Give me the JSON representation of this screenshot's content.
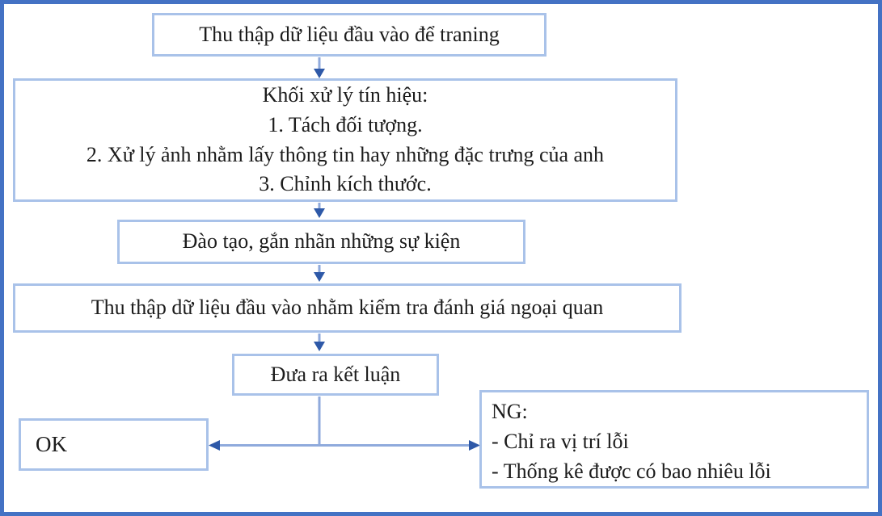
{
  "diagram": {
    "type": "flowchart",
    "nodes": {
      "collect_training": {
        "label": "Thu thập dữ liệu đầu vào để traning"
      },
      "signal_processing": {
        "lines": [
          "Khối xử lý tín hiệu:",
          "1. Tách đối tượng.",
          "2. Xử lý ảnh nhằm lấy thông tin hay những đặc trưng của anh",
          "3. Chỉnh kích thước."
        ]
      },
      "train_label": {
        "label": "Đào tạo, gắn nhãn những sự kiện"
      },
      "collect_inspection": {
        "label": "Thu thập dữ liệu đầu vào nhằm kiểm tra đánh giá ngoại quan"
      },
      "conclusion": {
        "label": "Đưa ra kết luận"
      },
      "result_ok": {
        "label": "OK"
      },
      "result_ng": {
        "lines": [
          "NG:",
          "- Chỉ ra vị trí lỗi",
          "- Thống kê được có bao nhiêu lỗi"
        ]
      }
    },
    "edges": [
      "collect_training -> signal_processing",
      "signal_processing -> train_label",
      "train_label -> collect_inspection",
      "collect_inspection -> conclusion",
      "conclusion -> result_ok",
      "conclusion -> result_ng"
    ],
    "colors": {
      "frame_border": "#4472C4",
      "node_border": "#A9C2E9",
      "connector_line": "#8FAADC",
      "arrowhead": "#2E59A8",
      "text": "#1C1C1C",
      "background": "#FFFFFF"
    }
  }
}
